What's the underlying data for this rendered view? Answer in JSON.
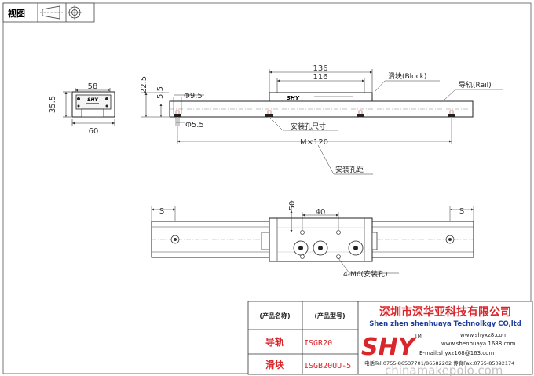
{
  "view_box": {
    "label": "视图"
  },
  "end_view": {
    "width_top": "58",
    "width_bottom": "60",
    "height": "35.5",
    "logo": "SHY"
  },
  "side_view": {
    "dim_block_length": "136",
    "dim_block_inner": "116",
    "dim_height": "22.5",
    "dim_rail_offset": "5.5",
    "dim_hole_top": "Φ9.5",
    "dim_hole_bottom": "Φ5.5",
    "dim_pitch": "M×120",
    "block_logo": "SHY",
    "label_block": "滑块(Block)",
    "label_rail": "导轨(Rail)",
    "label_hole_size": "安装孔尺寸",
    "label_hole_pitch": "安装孔距"
  },
  "top_view": {
    "dim_s_left": "S",
    "dim_s_right": "S",
    "dim_50": "50",
    "dim_40": "40",
    "label_m6": "4-M6(安装孔)"
  },
  "title_block": {
    "header_name": "(产品名称)",
    "header_model": "(产品型号)",
    "row1_name": "导轨",
    "row1_model": "ISGR20",
    "row2_name": "滑块",
    "row2_model": "ISGB20UU-5",
    "company_cn": "深圳市深华亚科技有限公司",
    "company_en": "Shen zhen shenhuaya Technolkgy CO,ltd",
    "logo": "SHY",
    "tm": "TM",
    "web1": "www.shyxz8.com",
    "web2": "www.shenhuaya.1688.com",
    "email": "E-mail:shyxz168@163.com",
    "phone": "电话Tel:0755-86537701/86582202 传真Fax:0755-85092174",
    "watermark": "chinamakepolo.com"
  }
}
